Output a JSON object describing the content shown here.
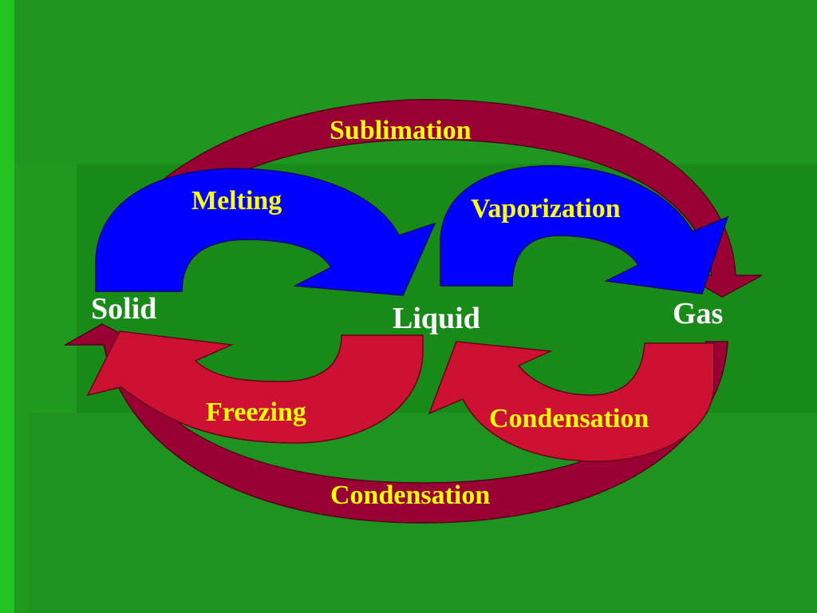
{
  "states": {
    "solid": "Solid",
    "liquid": "Liquid",
    "gas": "Gas"
  },
  "processes": {
    "sublimation": "Sublimation",
    "melting": "Melting",
    "vaporization": "Vaporization",
    "freezing": "Freezing",
    "condensation_inner": "Condensation",
    "condensation_outer": "Condensation"
  },
  "colors": {
    "background": "#1f9a1f",
    "outer_arrow": "#990033",
    "heating_arrow": "#0000ff",
    "cooling_arrow": "#cc1133",
    "state_text": "#ffffff",
    "process_text": "#ffff00"
  }
}
